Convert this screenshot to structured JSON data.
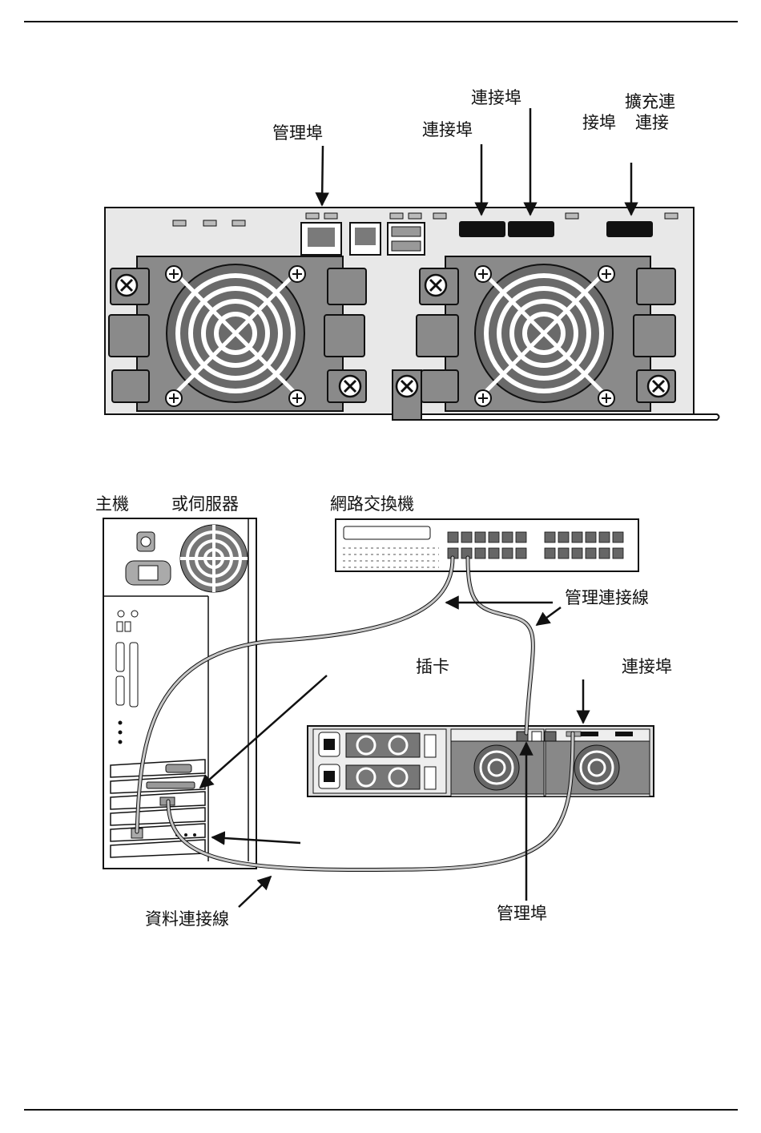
{
  "top_diagram": {
    "labels": {
      "management_port": "管理埠",
      "port_a": "連接埠",
      "port_b": "連接埠",
      "expansion_line1": "擴充連",
      "expansion_line2a": "接埠",
      "expansion_line2b": "連接"
    }
  },
  "bottom_diagram": {
    "labels": {
      "host": "主機",
      "or_server": "或伺服器",
      "network_switch": "網路交換機",
      "management_cable": "管理連接線",
      "card": "插卡",
      "port": "連接埠",
      "data_cable": "資料連接線",
      "management_port": "管理埠"
    }
  },
  "colors": {
    "ink": "#111111",
    "chassis": "#e8e8e8",
    "fan_plate": "#8a8a8a",
    "fan_dark": "#6a6a6a",
    "port_black": "#111111",
    "cable": "#bdbdbd"
  }
}
